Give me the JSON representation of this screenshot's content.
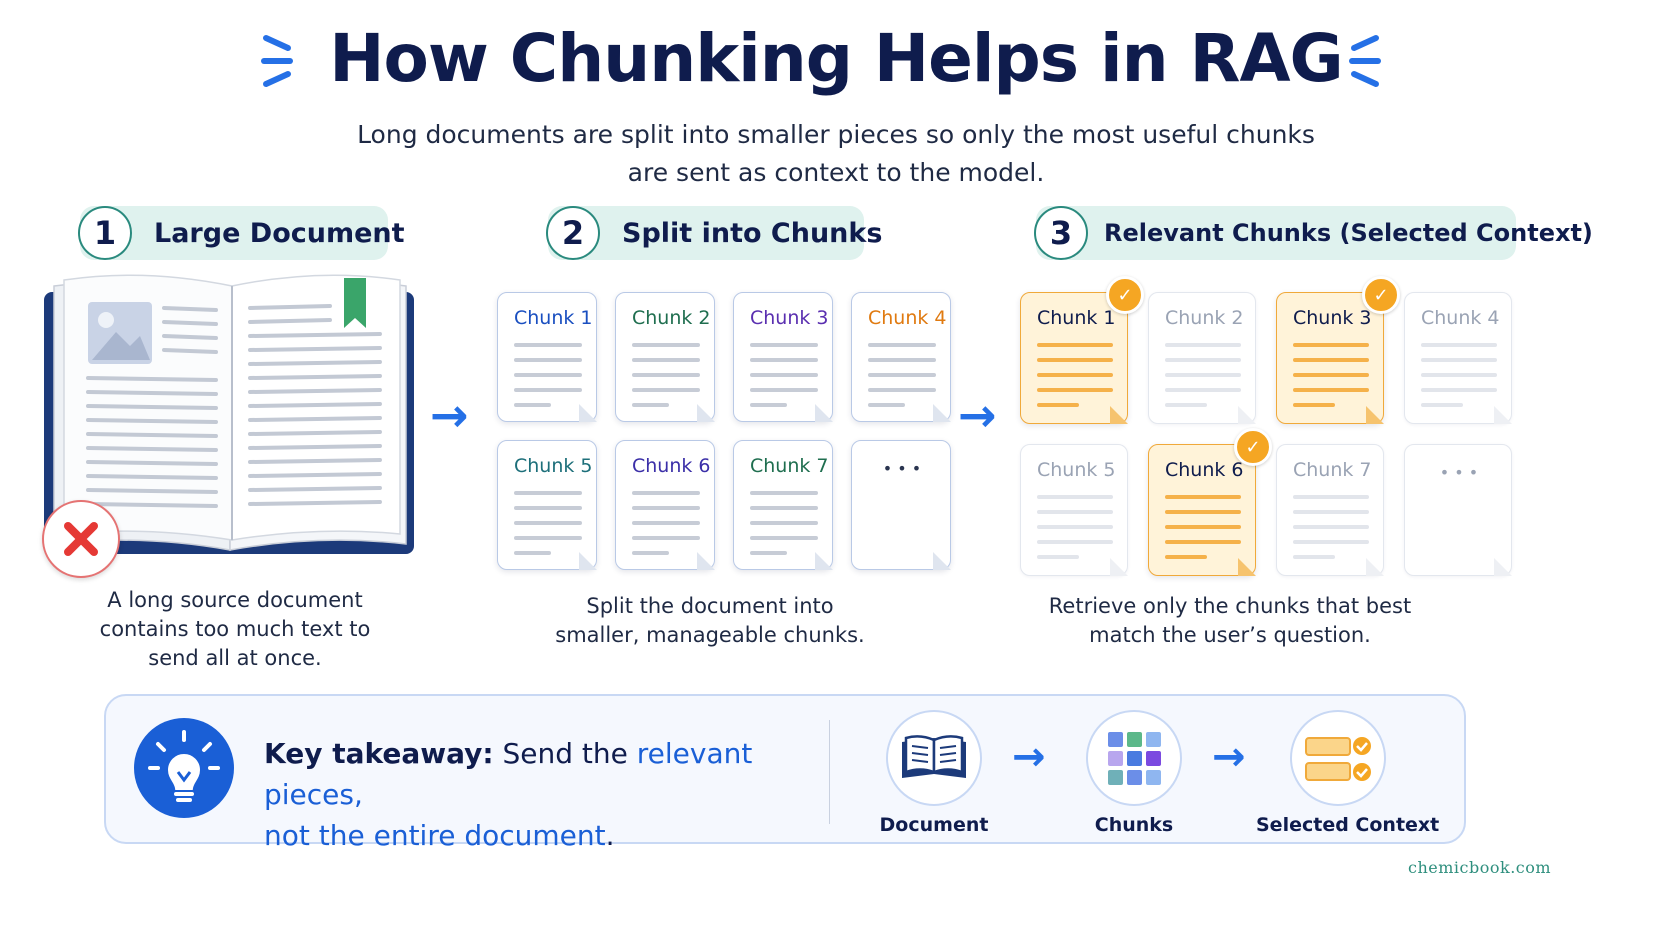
{
  "header": {
    "title": "How Chunking Helps in RAG",
    "subtitle_line1": "Long documents are split into smaller pieces so only the most useful chunks",
    "subtitle_line2": "are sent as context to the model."
  },
  "steps": [
    {
      "num": "1",
      "label": "Large Document",
      "caption": [
        "A long source document",
        "contains too much text to",
        "send all at once."
      ]
    },
    {
      "num": "2",
      "label": "Split into Chunks",
      "caption": [
        "Split the document into",
        "smaller, manageable chunks."
      ]
    },
    {
      "num": "3",
      "label": "Relevant Chunks (Selected Context)",
      "caption": [
        "Retrieve only the chunks that best",
        "match the user’s question."
      ]
    }
  ],
  "split_chunks": [
    {
      "label": "Chunk 1",
      "color": "#1a4fc0"
    },
    {
      "label": "Chunk 2",
      "color": "#1f6e4f"
    },
    {
      "label": "Chunk 3",
      "color": "#5a2fb0"
    },
    {
      "label": "Chunk 4",
      "color": "#e07a10"
    },
    {
      "label": "Chunk 5",
      "color": "#1d6f7a"
    },
    {
      "label": "Chunk 6",
      "color": "#3b2fa8"
    },
    {
      "label": "Chunk 7",
      "color": "#1f6e4f"
    },
    {
      "label": "• • •",
      "color": "#2a3550"
    }
  ],
  "selected_chunks": [
    {
      "label": "Chunk 1",
      "selected": true
    },
    {
      "label": "Chunk 2",
      "selected": false
    },
    {
      "label": "Chunk 3",
      "selected": true
    },
    {
      "label": "Chunk 4",
      "selected": false
    },
    {
      "label": "Chunk 5",
      "selected": false
    },
    {
      "label": "Chunk 6",
      "selected": true
    },
    {
      "label": "Chunk 7",
      "selected": false
    },
    {
      "label": "• • •",
      "selected": false
    }
  ],
  "takeaway": {
    "lead": "Key takeaway:",
    "text1": "Send the",
    "highlight1": "relevant pieces,",
    "highlight2": "not the entire document",
    "end": "."
  },
  "flow": [
    {
      "label": "Document",
      "icon": "open-book-icon"
    },
    {
      "label": "Chunks",
      "icon": "grid-blocks-icon"
    },
    {
      "label": "Selected Context",
      "icon": "checked-cards-icon"
    }
  ],
  "colors": {
    "accent_blue": "#1a5fd6",
    "selected_orange": "#f5a623",
    "step_bg": "#dff2ee",
    "reject_red": "#e53935"
  },
  "footer": "chemicbook.com"
}
